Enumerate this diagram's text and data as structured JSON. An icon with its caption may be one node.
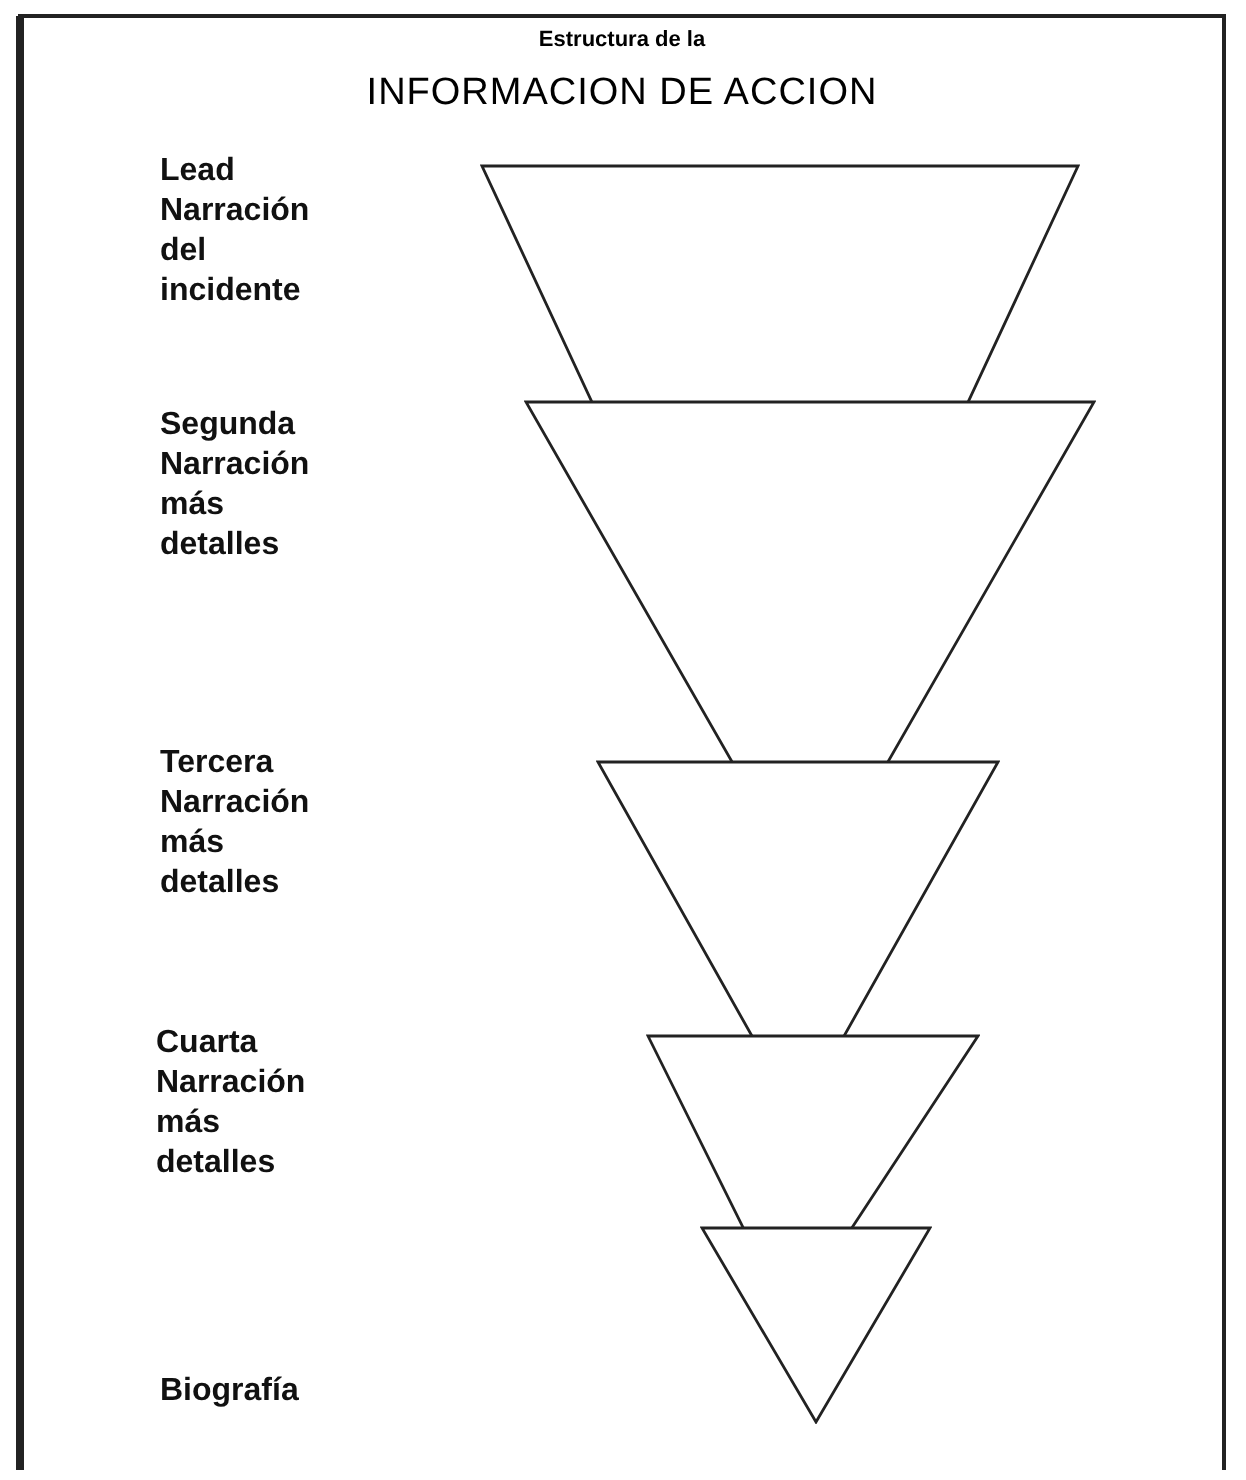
{
  "diagram": {
    "title": "INFORMACION DE ACCION",
    "labels": [
      "Estructura de la",
      "Lead Narración del incidente",
      "Segunda Narración más detalles",
      "Tercera Narración más detalles",
      "Cuarta Narración más detalles",
      "Biografía"
    ],
    "nodes": [
      {
        "text": [],
        "shape": "triangle"
      },
      {
        "text": [],
        "shape": "triangle"
      },
      {
        "text": [],
        "shape": "triangle"
      },
      {
        "text": [],
        "shape": "triangle"
      },
      {
        "text": [],
        "shape": "triangle"
      }
    ]
  }
}
